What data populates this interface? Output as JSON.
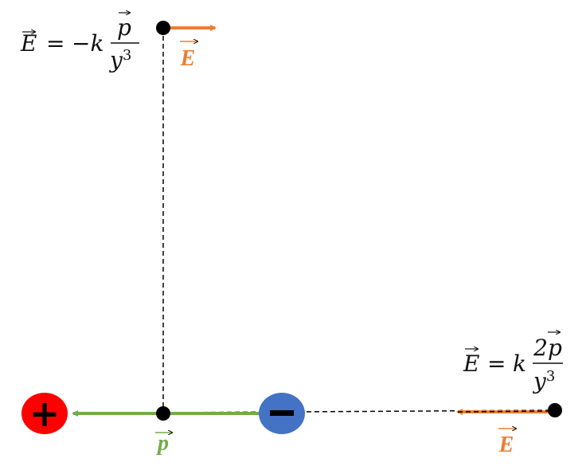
{
  "colors": {
    "field_arrow": "#ED7D31",
    "dipole_arrow": "#70AD47",
    "positive_charge": "#FF0000",
    "negative_charge": "#4472C4",
    "point": "#000000"
  },
  "top_formula": {
    "lhs": "E",
    "eq": "=",
    "coef": "−k",
    "numerator": "p",
    "denominator": "y",
    "exponent": "3"
  },
  "right_formula": {
    "lhs": "E",
    "eq": "=",
    "coef": "k",
    "numerator": "2p",
    "denominator": "y",
    "exponent": "3"
  },
  "labels": {
    "top_field": "E",
    "right_field": "E",
    "dipole": "p"
  },
  "charges": {
    "positive": "+",
    "negative": "−"
  }
}
